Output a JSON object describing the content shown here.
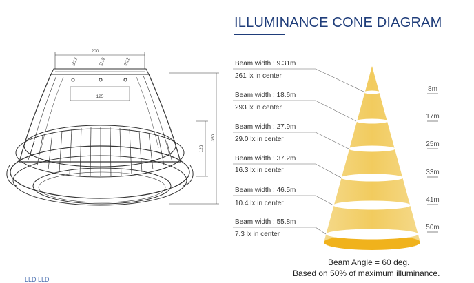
{
  "title": "ILLUMINANCE CONE DIAGRAM",
  "drawing": {
    "dim_width": "200",
    "dim_bolt_1": "Ø12",
    "dim_bolt_2": "Ø18",
    "dim_bolt_3": "Ø12",
    "dim_inner": "125",
    "dim_side_inner": "120",
    "dim_side_outer": "350"
  },
  "levels": [
    {
      "beam": "Beam width : 9.31m",
      "lux": "261 lx in center",
      "distance": "8m"
    },
    {
      "beam": "Beam width : 18.6m",
      "lux": "293 lx in center",
      "distance": "17m"
    },
    {
      "beam": "Beam width : 27.9m",
      "lux": "29.0 lx in center",
      "distance": "25m"
    },
    {
      "beam": "Beam width : 37.2m",
      "lux": "16.3 lx in center",
      "distance": "33m"
    },
    {
      "beam": "Beam width : 46.5m",
      "lux": "10.4 lx in center",
      "distance": "41m"
    },
    {
      "beam": "Beam width : 55.8m",
      "lux": "7.3 lx in center",
      "distance": "50m"
    }
  ],
  "footer": {
    "line1": "Beam Angle = 60 deg.",
    "line2": "Based on 50% of maximum illuminance."
  },
  "colors": {
    "title": "#1f3d7a",
    "cone": "#f2cf6a",
    "cone_base": "#f0b21c"
  },
  "corner_text": "LLD LLD"
}
